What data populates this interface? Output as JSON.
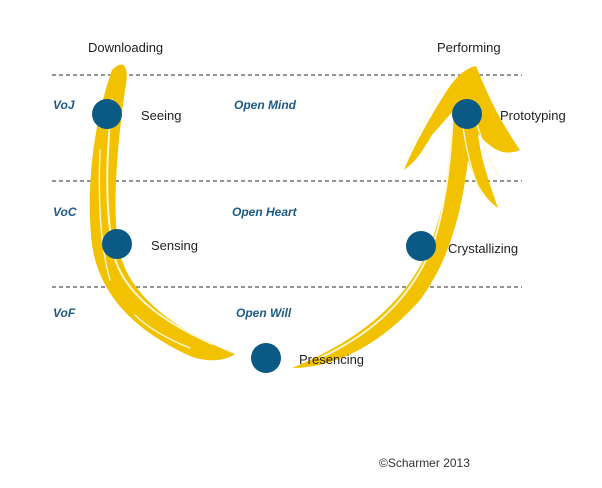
{
  "diagram": {
    "colors": {
      "arrow": "#f2c200",
      "arrow_highlight": "#fff7d1",
      "node": "#0b5a86",
      "divider": "#555555",
      "level_text": "#1d5a86"
    },
    "top_labels": {
      "left": "Downloading",
      "right": "Performing"
    },
    "levels": [
      {
        "voice": "VoJ",
        "mind": "Open Mind"
      },
      {
        "voice": "VoC",
        "mind": "Open Heart"
      },
      {
        "voice": "VoF",
        "mind": "Open Will"
      }
    ],
    "nodes": {
      "seeing": "Seeing",
      "sensing": "Sensing",
      "presencing": "Presencing",
      "crystallizing": "Crystallizing",
      "prototyping": "Prototyping"
    },
    "copyright": "©Scharmer 2013"
  }
}
